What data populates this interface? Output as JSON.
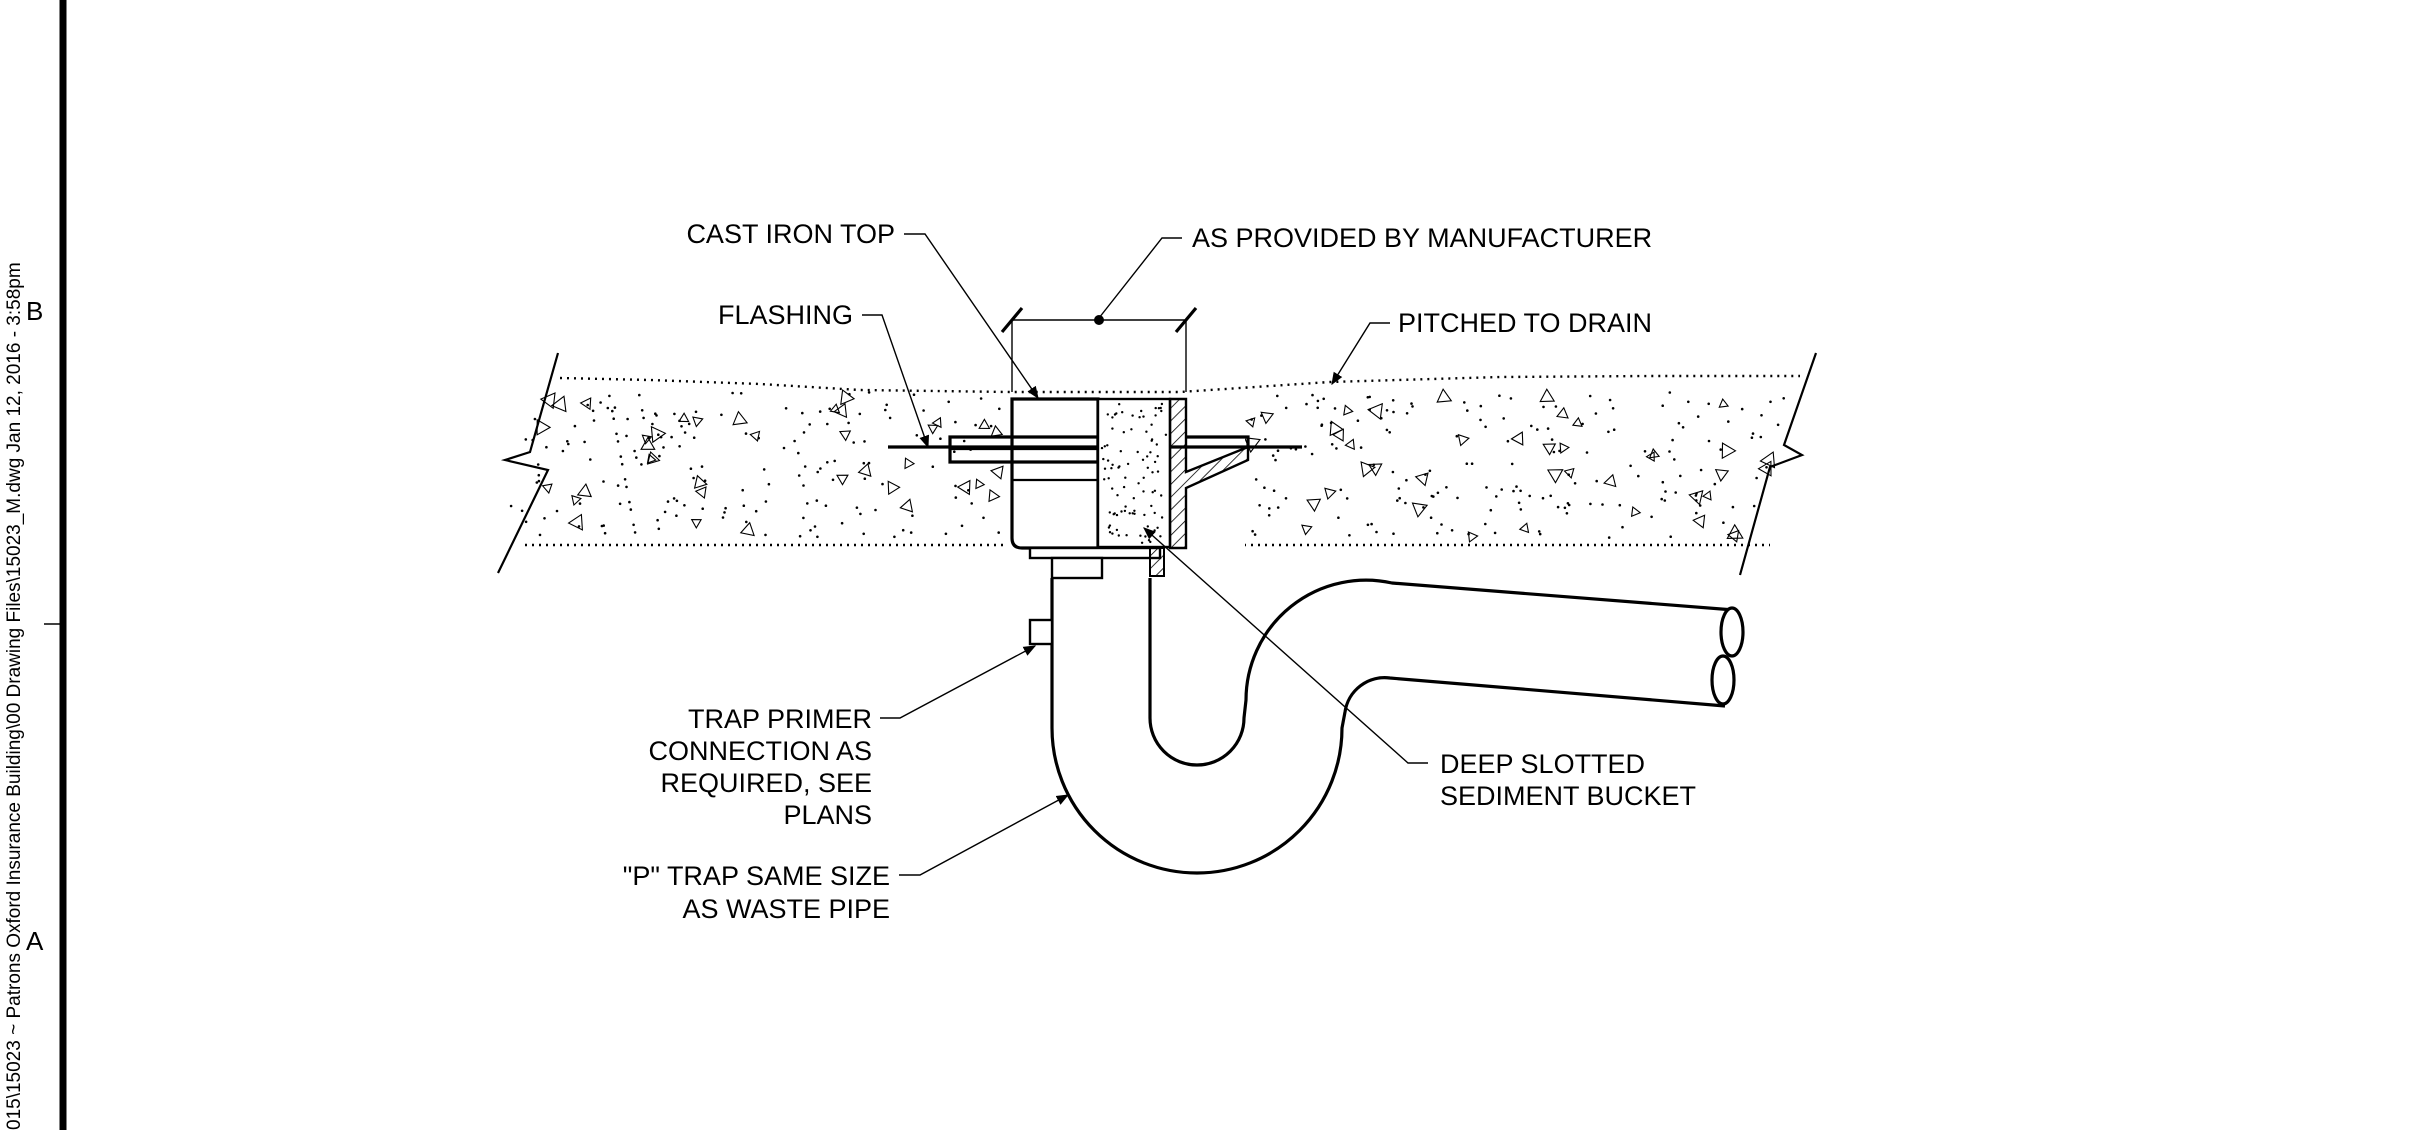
{
  "border": {
    "path_text": "015\\15023 ~ Patrons Oxford Insurance Building\\00 Drawing Files\\15023_M.dwg   Jan 12, 2016 - 3:58pm",
    "zone_top": "B",
    "zone_bottom": "A"
  },
  "labels": {
    "cast_iron_top": "CAST IRON TOP",
    "as_provided": "AS PROVIDED BY MANUFACTURER",
    "flashing": "FLASHING",
    "pitched": "PITCHED TO DRAIN",
    "trap_primer": [
      "TRAP PRIMER",
      "CONNECTION  AS",
      "REQUIRED, SEE",
      "PLANS"
    ],
    "deep_slotted": [
      "DEEP SLOTTED",
      "SEDIMENT BUCKET"
    ],
    "p_trap": [
      "\"P\" TRAP SAME SIZE",
      "AS WASTE PIPE"
    ]
  },
  "colors": {
    "line": "#000000",
    "background": "#ffffff"
  }
}
